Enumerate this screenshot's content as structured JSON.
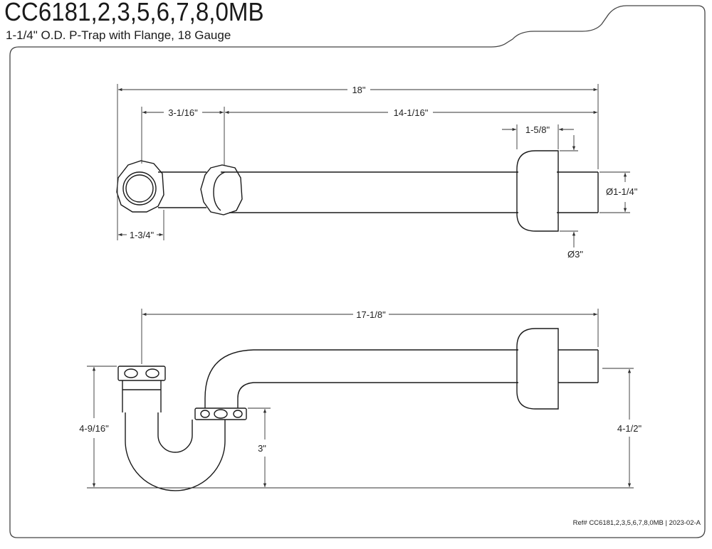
{
  "header": {
    "model": "CC6181,2,3,5,6,7,8,0MB",
    "description": "1-1/4\" O.D. P-Trap with Flange, 18 Gauge"
  },
  "top_view": {
    "overall_length": "18\"",
    "trap_offset": "3-1/16\"",
    "arm_length": "14-1/16\"",
    "flange_depth": "1-5/8\"",
    "tube_od": "Ø1-1/4\"",
    "nut_width": "1-3/4\"",
    "flange_dia": "Ø3\""
  },
  "side_view": {
    "arm_length": "17-1/8\"",
    "inlet_height": "4-9/16\"",
    "trap_height": "3\"",
    "outlet_height": "4-1/2\""
  },
  "footer": {
    "ref": "Ref# CC6181,2,3,5,6,7,8,0MB | 2023-02-A"
  },
  "colors": {
    "line": "#1a1a1a",
    "dim_line": "#333333"
  }
}
